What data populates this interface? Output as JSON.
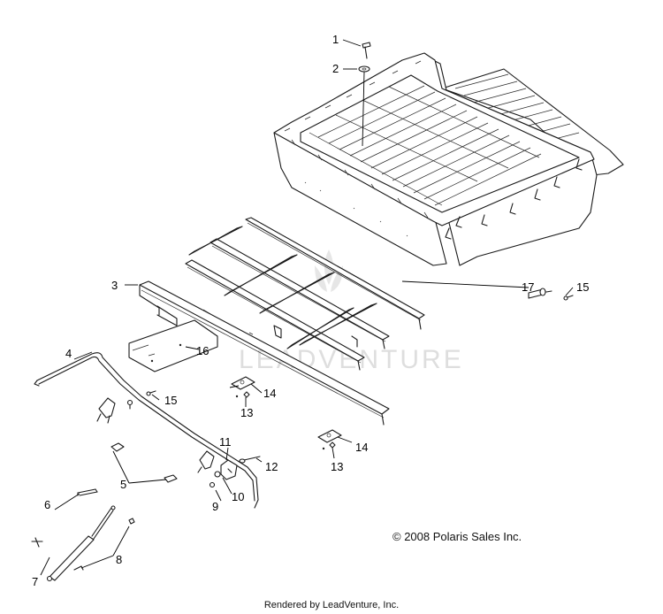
{
  "watermark": "LEADVENTURE",
  "copyright": "© 2008 Polaris Sales Inc.",
  "rendered_by": "Rendered by LeadVenture, Inc.",
  "callouts": [
    {
      "id": "c1",
      "label": "1"
    },
    {
      "id": "c2",
      "label": "2"
    },
    {
      "id": "c3",
      "label": "3"
    },
    {
      "id": "c4",
      "label": "4"
    },
    {
      "id": "c5",
      "label": "5"
    },
    {
      "id": "c6",
      "label": "6"
    },
    {
      "id": "c7",
      "label": "7"
    },
    {
      "id": "c8",
      "label": "8"
    },
    {
      "id": "c9",
      "label": "9"
    },
    {
      "id": "c10",
      "label": "10"
    },
    {
      "id": "c11",
      "label": "11"
    },
    {
      "id": "c12",
      "label": "12"
    },
    {
      "id": "c13a",
      "label": "13"
    },
    {
      "id": "c13b",
      "label": "13"
    },
    {
      "id": "c14a",
      "label": "14"
    },
    {
      "id": "c14b",
      "label": "14"
    },
    {
      "id": "c15a",
      "label": "15"
    },
    {
      "id": "c15b",
      "label": "15"
    },
    {
      "id": "c16",
      "label": "16"
    },
    {
      "id": "c17",
      "label": "17"
    }
  ]
}
